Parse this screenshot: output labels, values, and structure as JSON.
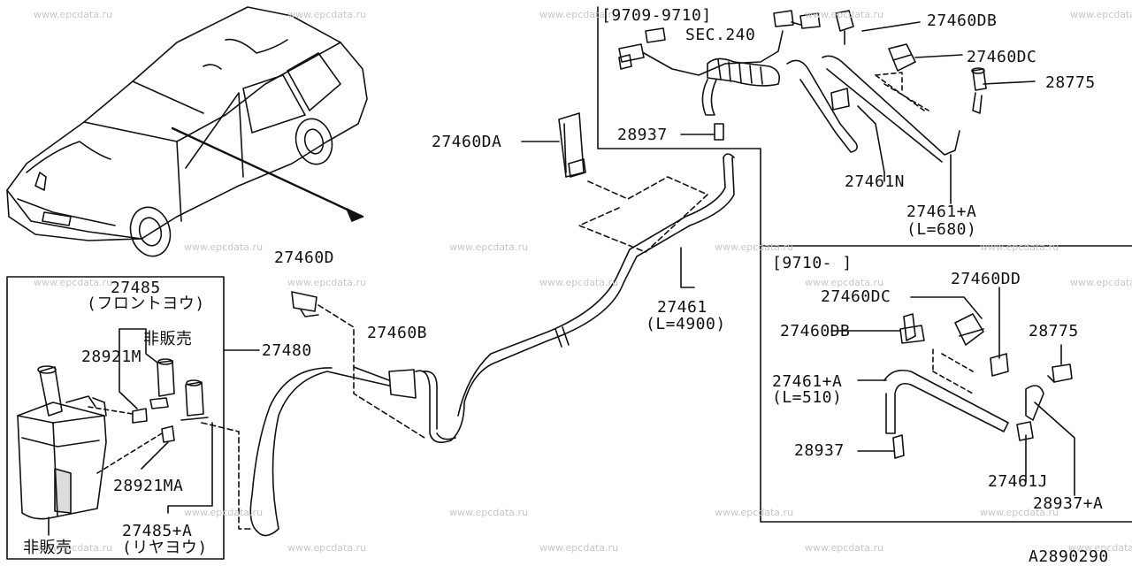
{
  "watermark": "www.epcdata.ru",
  "diagram_id": "A2890290",
  "labels": {
    "p27485": "27485",
    "p27485_note": "(フロントヨウ)",
    "not_for_sale_1": "非販売",
    "p28921M": "28921M",
    "p27480": "27480",
    "p28921MA": "28921MA",
    "p27485A": "27485+A",
    "p27485A_note": "(リヤヨウ)",
    "not_for_sale_2": "非販売",
    "p27460D": "27460D",
    "p27460B": "27460B",
    "p27460DA": "27460DA",
    "p27461": "27461",
    "p27461_len": "(L=4900)",
    "p28937_top": "28937",
    "range1": "[9709-9710]",
    "sec240": "SEC.240",
    "p27460DB_1": "27460DB",
    "p27460DC_1": "27460DC",
    "p28775_1": "28775",
    "p27461N": "27461N",
    "p27461A_1": "27461+A",
    "p27461A_1_len": "(L=680)",
    "range2": "[9710-     ]",
    "p27460DC_2": "27460DC",
    "p27460DD": "27460DD",
    "p27460DB_2": "27460DB",
    "p28775_2": "28775",
    "p27461A_2": "27461+A",
    "p27461A_2_len": "(L=510)",
    "p28937_2": "28937",
    "p27461J": "27461J",
    "p28937A": "28937+A"
  },
  "colors": {
    "ink": "#111111",
    "watermark": "#c8c8c8",
    "background": "#ffffff"
  }
}
